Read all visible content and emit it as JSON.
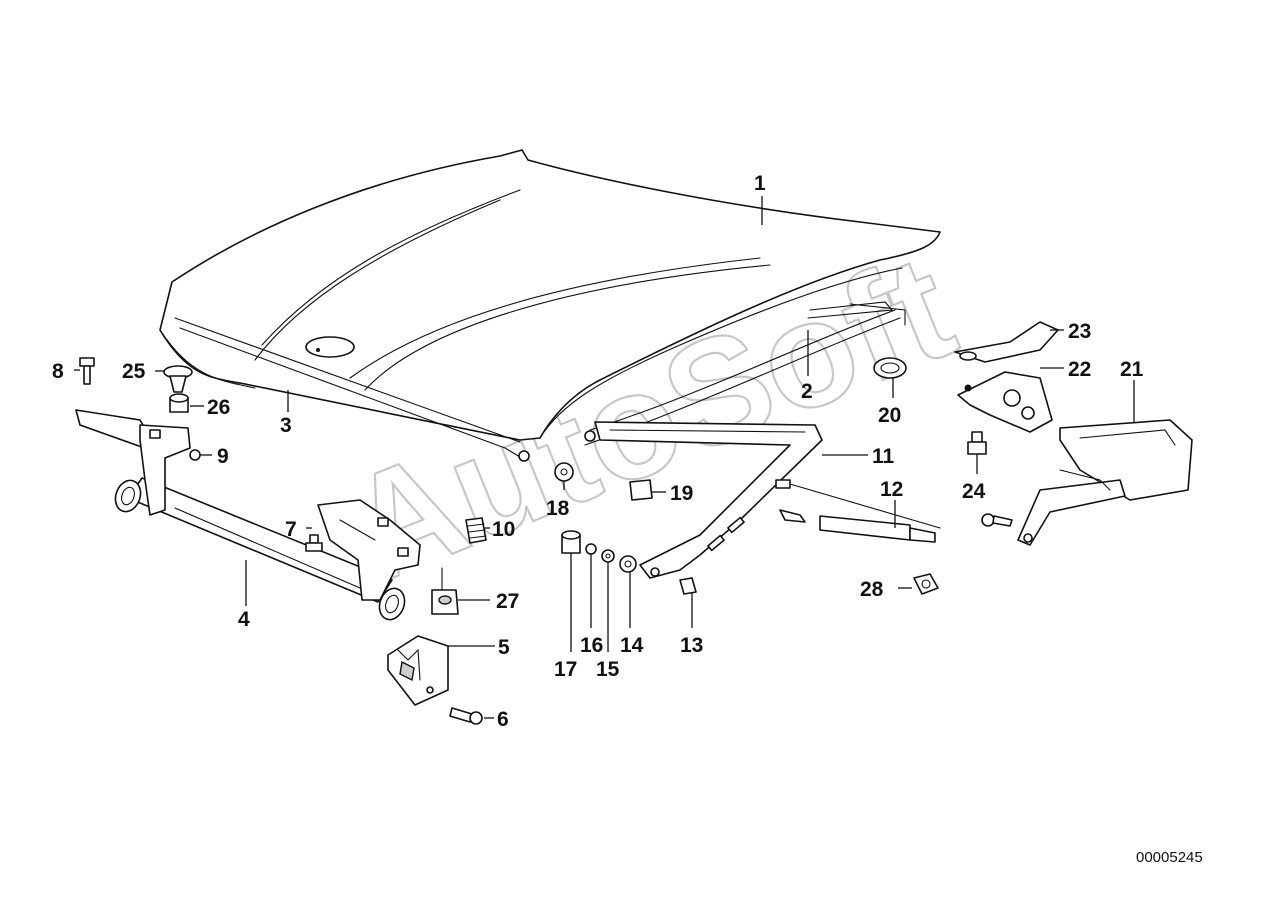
{
  "document_id": "00005245",
  "watermark": "AutoSoft",
  "callouts": [
    {
      "id": "1",
      "label": "1"
    },
    {
      "id": "2",
      "label": "2"
    },
    {
      "id": "3",
      "label": "3"
    },
    {
      "id": "4",
      "label": "4"
    },
    {
      "id": "5",
      "label": "5"
    },
    {
      "id": "6",
      "label": "6"
    },
    {
      "id": "7",
      "label": "7"
    },
    {
      "id": "8",
      "label": "8"
    },
    {
      "id": "9",
      "label": "9"
    },
    {
      "id": "10",
      "label": "10"
    },
    {
      "id": "11",
      "label": "11"
    },
    {
      "id": "12",
      "label": "12"
    },
    {
      "id": "13",
      "label": "13"
    },
    {
      "id": "14",
      "label": "14"
    },
    {
      "id": "15",
      "label": "15"
    },
    {
      "id": "16",
      "label": "16"
    },
    {
      "id": "17",
      "label": "17"
    },
    {
      "id": "18",
      "label": "18"
    },
    {
      "id": "19",
      "label": "19"
    },
    {
      "id": "20",
      "label": "20"
    },
    {
      "id": "21",
      "label": "21"
    },
    {
      "id": "22",
      "label": "22"
    },
    {
      "id": "23",
      "label": "23"
    },
    {
      "id": "24",
      "label": "24"
    },
    {
      "id": "25",
      "label": "25"
    },
    {
      "id": "26",
      "label": "26"
    },
    {
      "id": "27",
      "label": "27"
    },
    {
      "id": "28",
      "label": "28"
    }
  ]
}
